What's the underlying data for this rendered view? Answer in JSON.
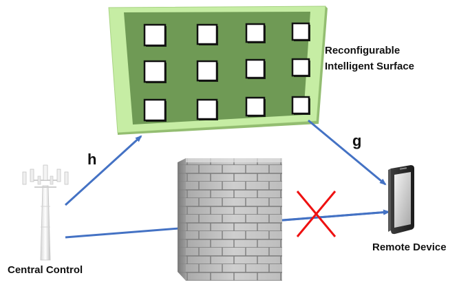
{
  "labels": {
    "ris_line1": "Reconfigurable",
    "ris_line2": "Intelligent Surface",
    "h": "h",
    "g": "g",
    "central_control": "Central Control",
    "remote_device": "Remote Device"
  },
  "icons": {
    "tower": "cell-tower-icon",
    "device": "smartphone-icon",
    "wall": "brick-wall",
    "surface": "ris-panel",
    "blocked": "red-x-icon"
  },
  "colors": {
    "panel_face": "#6f9a55",
    "panel_edge": "#c6eda4",
    "link": "#4472c4",
    "blocked_mark": "#ee1111",
    "wall": "#b9b9b9"
  }
}
